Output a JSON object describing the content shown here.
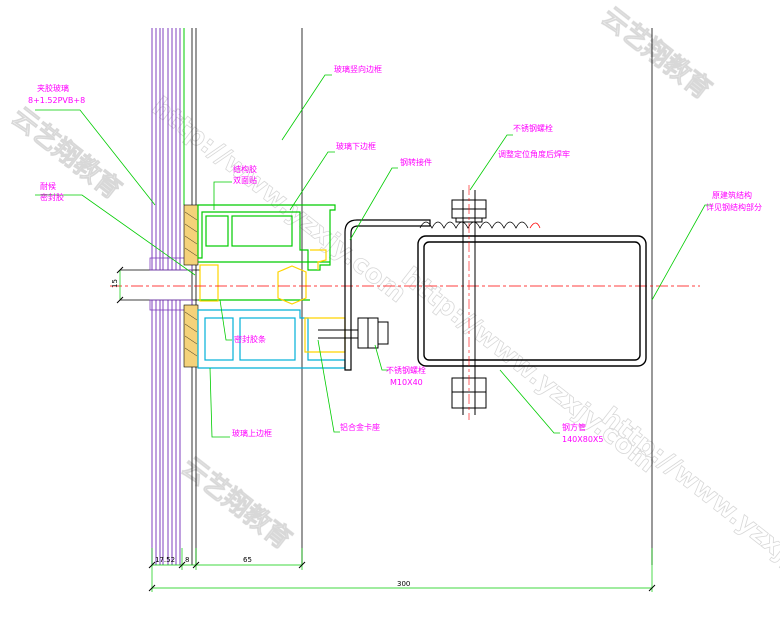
{
  "labels": {
    "laminated_glass": "夹胶玻璃",
    "laminated_glass_spec": "8+1.52PVB+8",
    "weather_seal": "耐候",
    "weather_seal_2": "密封胶",
    "structural_glue": "结构胶",
    "double_tape": "双面贴",
    "vertical_frame": "玻璃竖向边框",
    "lower_frame": "玻璃下边框",
    "steel_angle": "钢转接件",
    "ss_bolt": "不锈钢螺栓",
    "ss_bolt_note": "调整定位角度后焊牢",
    "main_steel": "原建筑结构",
    "main_steel_note": "详见钢结构部分",
    "seal_strip": "密封胶条",
    "ss_bolt2": "不锈钢螺栓",
    "ss_bolt2_spec": "M10X40",
    "upper_frame": "玻璃上边框",
    "al_clip": "铝合金卡座",
    "steel_tube": "钢方管",
    "steel_tube_spec": "140X80X5"
  },
  "dimensions": {
    "joint": "15",
    "d1": "17.52",
    "d2": "8",
    "d3": "65",
    "total": "300"
  },
  "watermark": {
    "text1": "云艺翔教育",
    "text2": "http://www.yzxjy.com"
  },
  "colors": {
    "label": "#ff00ff",
    "leader": "#00cc00",
    "profile": "#00cc00",
    "glass": "#7f3fbf",
    "cyan": "#00b0d8",
    "steel": "#000000",
    "yellow": "#ffd400",
    "axis": "#ff0000"
  }
}
